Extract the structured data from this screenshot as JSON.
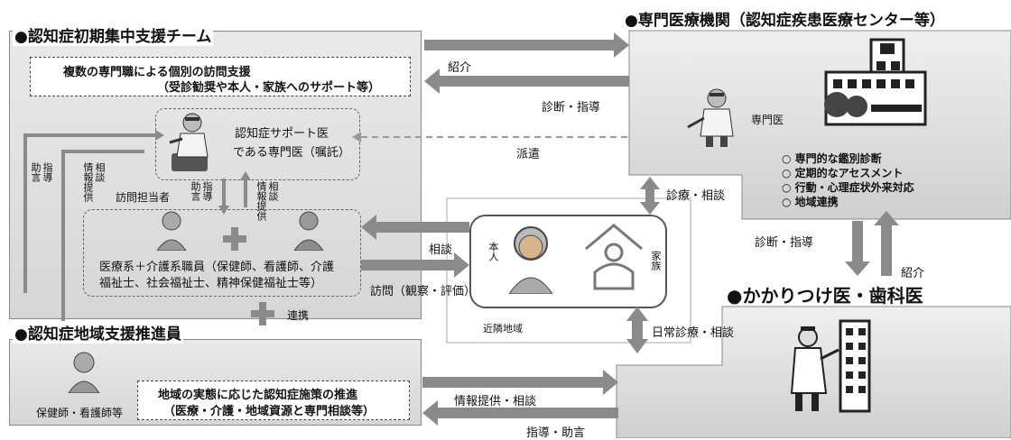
{
  "team": {
    "title": "●認知症初期集中支援チーム",
    "box_line1": "複数の専門職による個別の訪問支援",
    "box_line2": "（受診勧奨や本人・家族へのサポート等）",
    "support_doctor_line1": "認知症サポート医",
    "support_doctor_line2": "である専門医（嘱託）",
    "visitor_label": "訪問担当者",
    "staff_line1": "医療系＋介護系職員（保健師、看護師、介護",
    "staff_line2": "福祉士、社会福祉士、精神保健福祉士等）",
    "left_vert_1": "助言",
    "left_vert_2": "指導",
    "left_vert_3": "情報提供",
    "left_vert_4": "相談",
    "mid_vert_1": "助言",
    "mid_vert_2": "指導",
    "mid_vert_3": "情報提供",
    "mid_vert_4": "相談"
  },
  "promoter": {
    "title": "●認知症地域支援推進員",
    "box_line1": "地域の実態に応じた認知症施策の推進",
    "box_line2": "（医療・介護・地域資源と専門相談等）",
    "person_label": "保健師・看護師等",
    "cooperation": "連携"
  },
  "specialist": {
    "title": "●専門医療機関（認知症疾患医療センター等）",
    "doctor_label": "専門医",
    "bullets": [
      "専門的な鑑別診断",
      "定期的なアセスメント",
      "行動・心理症状外来対応",
      "地域連携"
    ]
  },
  "gp": {
    "title": "●かかりつけ医・歯科医"
  },
  "home": {
    "person_label": "本人",
    "family_label": "家族",
    "area_label": "近隣地域"
  },
  "arrows": {
    "referral_top": "紹介",
    "diagnosis_guidance_top": "診断・指導",
    "dispatch": "派遣",
    "consult": "相談",
    "visit": "訪問（観察・評価）",
    "care_consult": "診療・相談",
    "diagnosis_guidance_right": "診断・指導",
    "referral_right": "紹介",
    "daily_care": "日常診療・相談",
    "info_consult": "情報提供・相談",
    "guidance_advice": "指導・助言"
  },
  "colors": {
    "arrow": "#8a8a8a",
    "panel": "#dcdcdc",
    "plus": "#8a8a8a"
  }
}
